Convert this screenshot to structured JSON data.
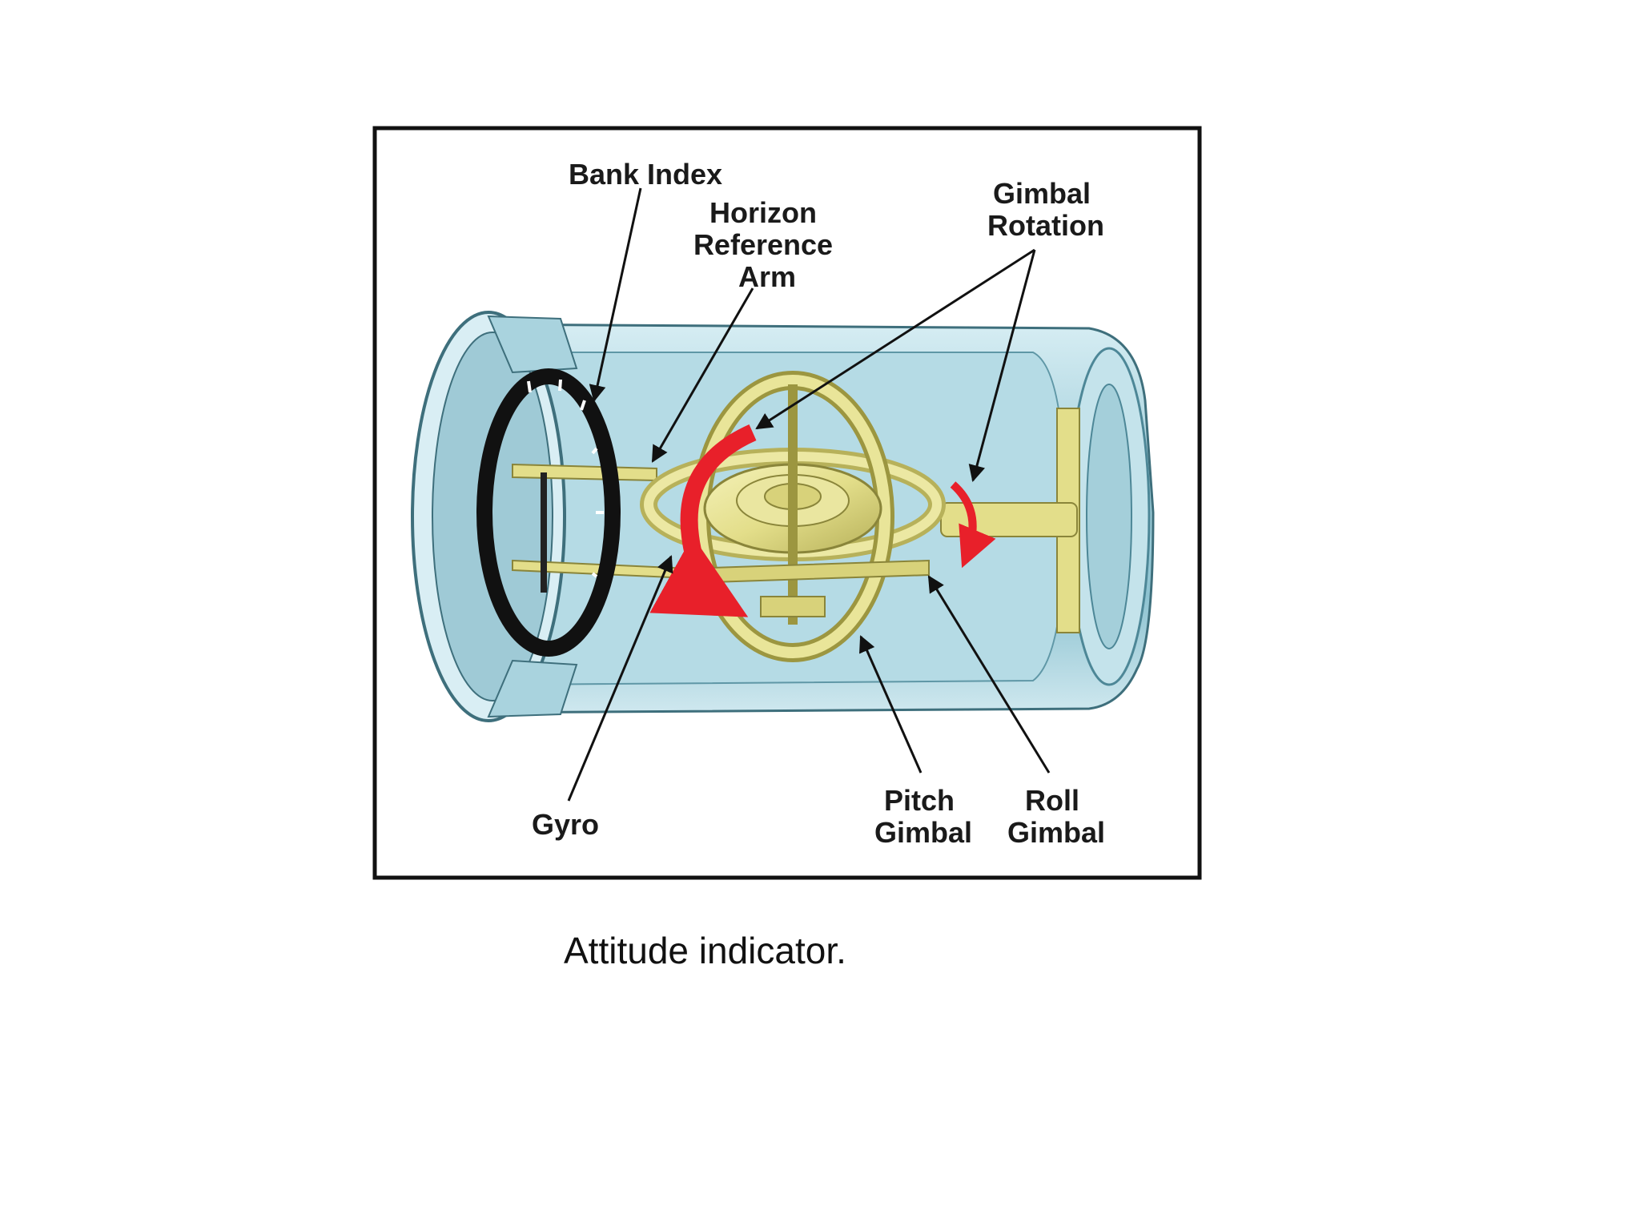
{
  "diagram": {
    "labels": {
      "bank_index": "Bank Index",
      "horizon_reference_arm": [
        "Horizon",
        "Reference",
        "Arm"
      ],
      "gimbal_rotation": [
        "Gimbal",
        "Rotation"
      ],
      "gyro": "Gyro",
      "pitch_gimbal": [
        "Pitch",
        "Gimbal"
      ],
      "roll_gimbal": [
        "Roll",
        "Gimbal"
      ]
    },
    "colors": {
      "casing": "#a9d3de",
      "casing_dark": "#6fa9b8",
      "gimbal": "#e6e28f",
      "gimbal_dark": "#9c9640",
      "rotation_arrow": "#e8202a",
      "frame": "#111111"
    }
  },
  "caption": "Attitude indicator."
}
